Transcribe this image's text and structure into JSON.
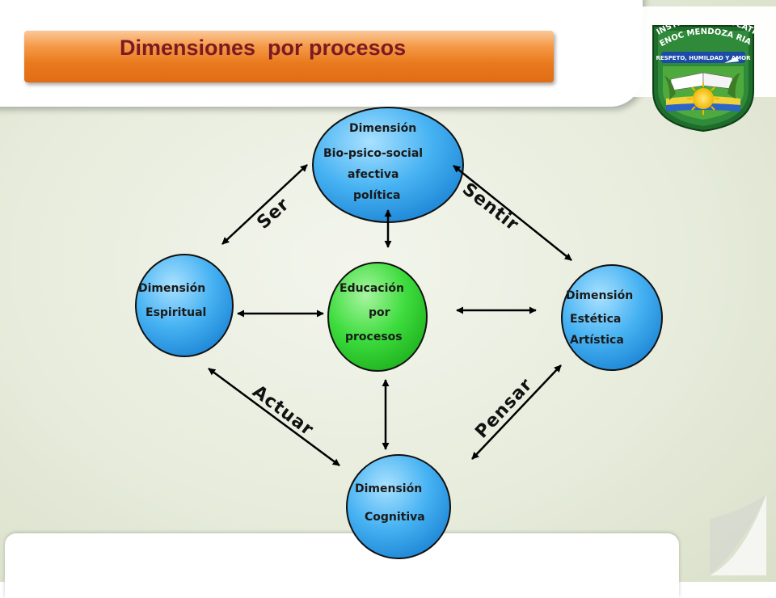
{
  "title": "Dimensiones  por procesos",
  "logo": {
    "line1": "INSTITUCIÓN EDUCATIVA",
    "line2": "ENOC MENDOZA RIASCOS",
    "motto": "RESPETO, HUMILDAD Y AMOR"
  },
  "nodes": {
    "top": [
      "Dimensión",
      "Bio-psico-social",
      "afectiva",
      "política"
    ],
    "left": [
      "Dimensión",
      "Espiritual"
    ],
    "center": [
      "Educación",
      "por",
      "procesos"
    ],
    "right": [
      "Dimensión",
      "Estética",
      "Artística"
    ],
    "bottom": [
      "Dimensión",
      "Cognitiva"
    ]
  },
  "verbs": {
    "ser": "Ser",
    "sentir": "Sentir",
    "actuar": "Actuar",
    "pensar": "Pensar"
  },
  "colors": {
    "title_text": "#7a1a22",
    "title_bar": "#ea7a1e",
    "blue_node": "#3aa8ee",
    "green_node": "#2fd12f"
  }
}
